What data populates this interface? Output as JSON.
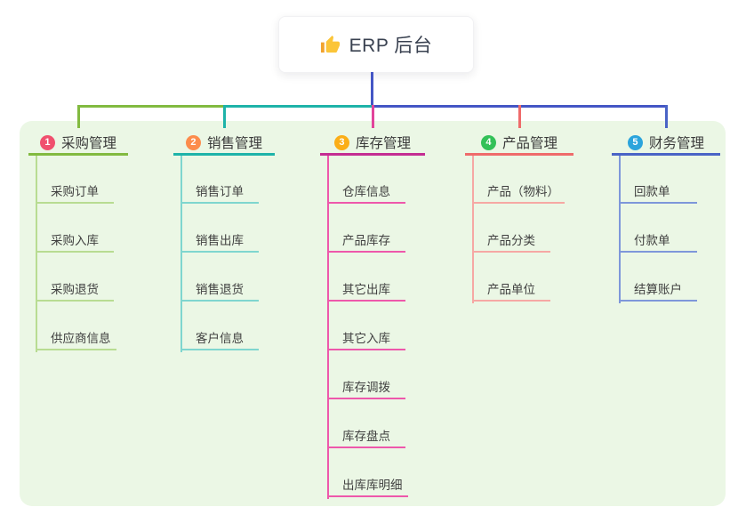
{
  "root": {
    "title": "ERP 后台",
    "icon": "thumbs-up-icon"
  },
  "panel_color": "#ebf7e5",
  "stem_color": "#4456c5",
  "branches": [
    {
      "badge": "1",
      "badge_color": "#f0506e",
      "label": "采购管理",
      "color": "#82ba40",
      "child_line_color": "#b8dc92",
      "children": [
        "采购订单",
        "采购入库",
        "采购退货",
        "供应商信息"
      ]
    },
    {
      "badge": "2",
      "badge_color": "#fc8c4c",
      "label": "销售管理",
      "color": "#1eb3a9",
      "child_line_color": "#7fd6cf",
      "children": [
        "销售订单",
        "销售出库",
        "销售退货",
        "客户信息"
      ]
    },
    {
      "badge": "3",
      "badge_color": "#fbae17",
      "label": "库存管理",
      "color": "#c42d92",
      "drop_color": "#e2449b",
      "child_line_color": "#ee58ab",
      "children": [
        "仓库信息",
        "产品库存",
        "其它出库",
        "其它入库",
        "库存调拨",
        "库存盘点",
        "出库库明细"
      ]
    },
    {
      "badge": "4",
      "badge_color": "#33c158",
      "label": "产品管理",
      "color": "#ef6b6b",
      "child_line_color": "#f6a8a4",
      "children": [
        "产品（物料）",
        "产品分类",
        "产品单位"
      ]
    },
    {
      "badge": "5",
      "badge_color": "#2ba4dc",
      "label": "财务管理",
      "color": "#4a64c6",
      "child_line_color": "#7e97da",
      "children": [
        "回款单",
        "付款单",
        "结算账户"
      ]
    }
  ]
}
